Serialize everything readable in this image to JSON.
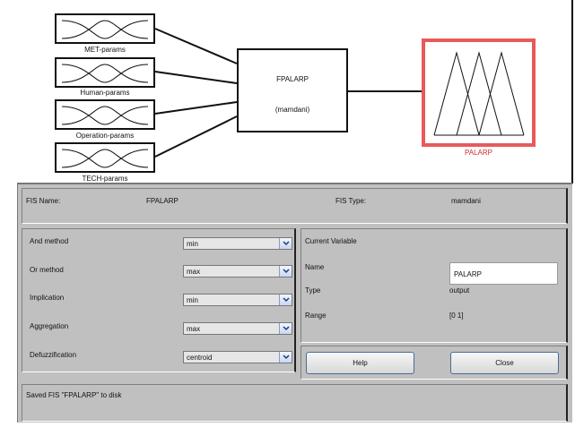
{
  "diagram": {
    "inputs": [
      {
        "label": "MET-params"
      },
      {
        "label": "Human-params"
      },
      {
        "label": "Operation-params"
      },
      {
        "label": "TECH-params"
      }
    ],
    "fis_block": {
      "name": "FPALARP",
      "type": "(mamdani)"
    },
    "output": {
      "label": "PALARP"
    },
    "colors": {
      "output_border": "#e8595b",
      "output_label": "#d62a2a"
    }
  },
  "fis_info": {
    "name_label": "FIS Name:",
    "name_value": "FPALARP",
    "type_label": "FIS Type:",
    "type_value": "mamdani"
  },
  "methods": [
    {
      "label": "And method",
      "value": "min"
    },
    {
      "label": "Or method",
      "value": "max"
    },
    {
      "label": "Implication",
      "value": "min"
    },
    {
      "label": "Aggregation",
      "value": "max"
    },
    {
      "label": "Defuzzification",
      "value": "centroid"
    }
  ],
  "current_variable": {
    "title": "Current Variable",
    "name_label": "Name",
    "name_value": "PALARP",
    "type_label": "Type",
    "type_value": "output",
    "range_label": "Range",
    "range_value": "[0 1]"
  },
  "buttons": {
    "help": "Help",
    "close": "Close"
  },
  "status": {
    "message": "Saved FIS \"FPALARP\" to disk"
  },
  "icons": {
    "dropdown": "chevron-down-icon"
  }
}
